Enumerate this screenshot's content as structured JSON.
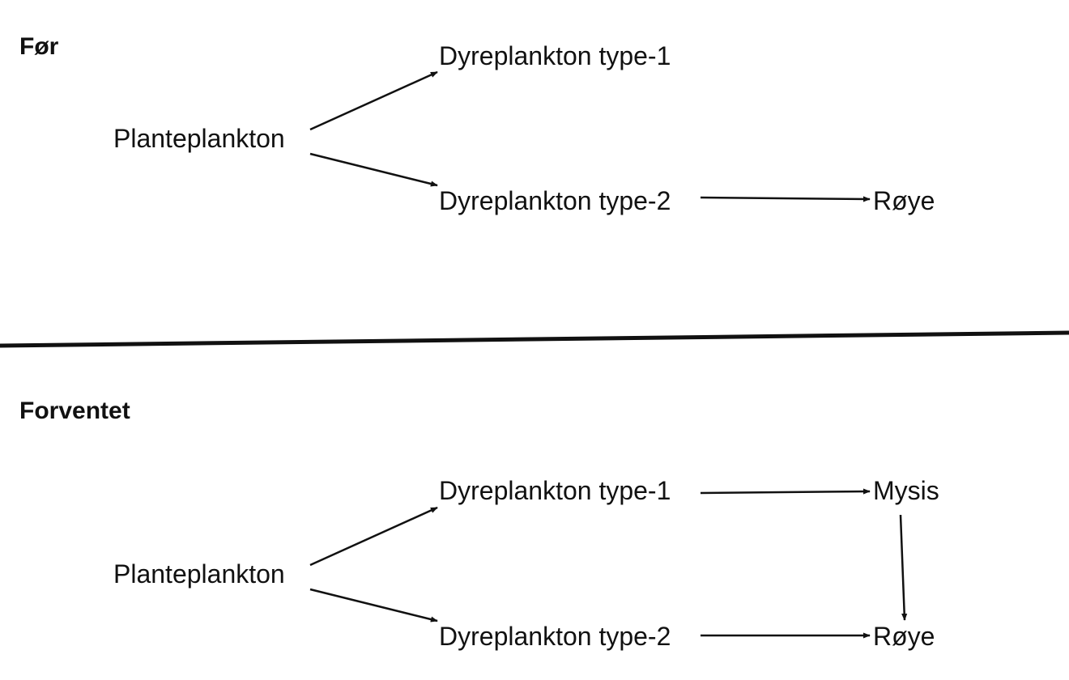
{
  "before": {
    "heading": "Før",
    "nodes": {
      "phyto": "Planteplankton",
      "zoo1": "Dyreplankton type-1",
      "zoo2": "Dyreplankton type-2",
      "char": "Røye"
    },
    "edges": [
      {
        "from": "phyto",
        "to": "zoo1"
      },
      {
        "from": "phyto",
        "to": "zoo2"
      },
      {
        "from": "zoo2",
        "to": "char"
      }
    ]
  },
  "expected": {
    "heading": "Forventet",
    "nodes": {
      "phyto": "Planteplankton",
      "zoo1": "Dyreplankton type-1",
      "zoo2": "Dyreplankton type-2",
      "mysis": "Mysis",
      "char": "Røye"
    },
    "edges": [
      {
        "from": "phyto",
        "to": "zoo1"
      },
      {
        "from": "phyto",
        "to": "zoo2"
      },
      {
        "from": "zoo1",
        "to": "mysis"
      },
      {
        "from": "zoo2",
        "to": "char"
      },
      {
        "from": "mysis",
        "to": "char"
      }
    ]
  },
  "colors": {
    "ink": "#111111",
    "background": "#ffffff"
  }
}
